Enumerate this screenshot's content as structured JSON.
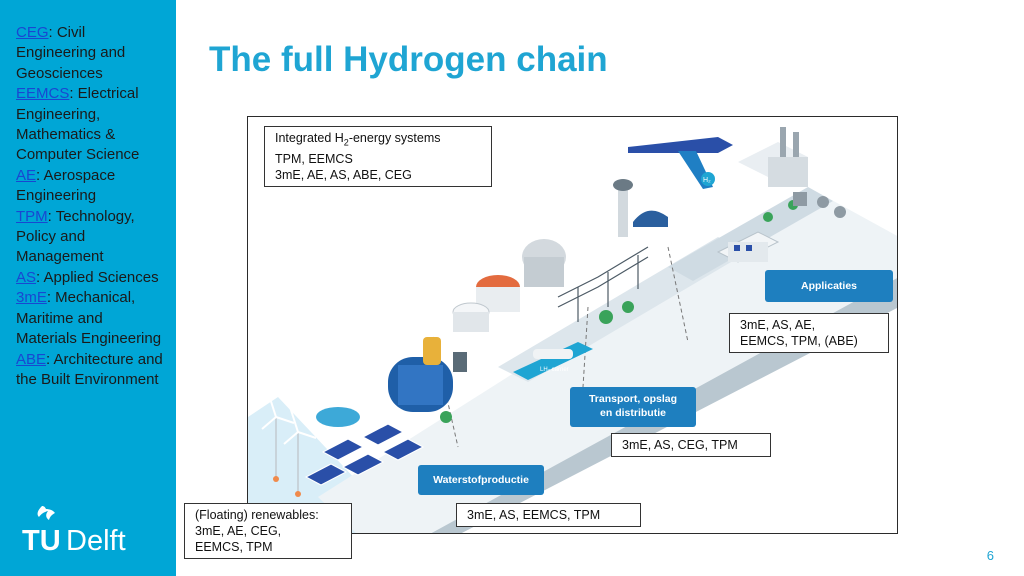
{
  "slide": {
    "title": "The full Hydrogen chain",
    "page_number": "6"
  },
  "legend": [
    {
      "abbr": "CEG",
      "desc": ": Civil Engineering and Geosciences"
    },
    {
      "abbr": "EEMCS",
      "desc": ": Electrical Engineering, Mathematics & Computer Science"
    },
    {
      "abbr": "AE",
      "desc": ": Aerospace Engineering"
    },
    {
      "abbr": "TPM",
      "desc": ": Technology, Policy and Management"
    },
    {
      "abbr": "AS",
      "desc": ": Applied Sciences"
    },
    {
      "abbr": "3mE",
      "desc": ": Mechanical, Maritime and Materials Engineering"
    },
    {
      "abbr": "ABE",
      "desc": ": Architecture and the Built Environment"
    }
  ],
  "logo": {
    "tu": "TU",
    "delft": "Delft"
  },
  "callouts": {
    "integrated": {
      "line1_pre": "Integrated H",
      "line1_sub": "2",
      "line1_post": "-energy systems",
      "line2": "TPM, EEMCS",
      "line3": "3mE, AE, AS, ABE, CEG"
    },
    "applications": {
      "line1": "3mE, AS, AE,",
      "line2": "EEMCS, TPM, (ABE)"
    },
    "transport": {
      "line1": "3mE, AS, CEG, TPM"
    },
    "production": {
      "line1": "3mE, AS, EEMCS, TPM"
    },
    "renewables": {
      "line1": "(Floating) renewables:",
      "line2": "3mE, AE, CEG,",
      "line3": "EEMCS, TPM"
    }
  },
  "diagram_pills": {
    "applicaties": "Applicaties",
    "transport_1": "Transport, opslag",
    "transport_2": "en distributie",
    "waterstof": "Waterstofproductie",
    "ship": "LH₂ carrier",
    "h2_tag": "H₂"
  },
  "colors": {
    "sidebar": "#00a6d6",
    "title": "#1fa5d3",
    "link": "#1947d1",
    "pill": "#1e7fbf"
  }
}
